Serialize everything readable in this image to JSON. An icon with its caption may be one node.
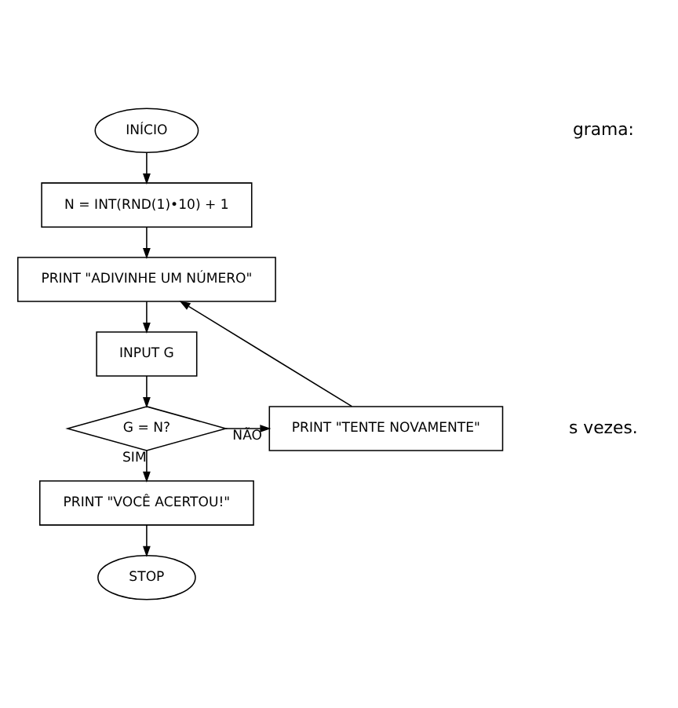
{
  "diagram": {
    "nodes": [
      {
        "text": [
          "INÍCIO"
        ]
      },
      {
        "text": [
          "N = INT(RND(1)•10) + 1"
        ]
      },
      {
        "text": [
          "PRINT \"ADIVINHE UM NÚMERO\""
        ]
      },
      {
        "text": [
          "INPUT G"
        ]
      },
      {
        "text": [
          "G = N?"
        ]
      },
      {
        "text": [
          "PRINT \"TENTE NOVAMENTE\""
        ]
      },
      {
        "text": [
          "PRINT \"VOCÊ ACERTOU!\""
        ]
      },
      {
        "text": [
          "STOP"
        ]
      }
    ],
    "edges": [
      {
        "from": 0,
        "to": 1,
        "arrow": "to"
      },
      {
        "from": 1,
        "to": 2,
        "arrow": "to"
      },
      {
        "from": 2,
        "to": 3,
        "arrow": "to"
      },
      {
        "from": 3,
        "to": 4,
        "arrow": "to"
      },
      {
        "from": 4,
        "to": 5,
        "label": "NÃO",
        "arrow": "to"
      },
      {
        "from": 4,
        "to": 6,
        "label": "SIM",
        "arrow": "to"
      },
      {
        "from": 5,
        "to": 2,
        "arrow": "to"
      },
      {
        "from": 6,
        "to": 7,
        "arrow": "to"
      }
    ],
    "labels": [
      "grama:",
      "s vezes."
    ]
  }
}
